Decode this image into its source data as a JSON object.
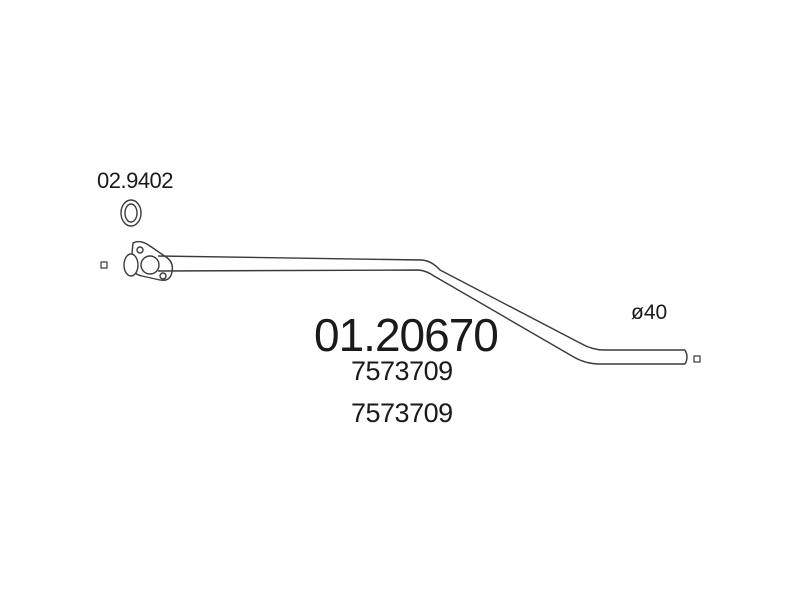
{
  "gasket": {
    "part_code": "02.9402"
  },
  "pipe": {
    "diameter_label": "ø40"
  },
  "part": {
    "number": "01.20670",
    "references": [
      "7573709",
      "7573709"
    ]
  },
  "colors": {
    "line": "#3a3a3a",
    "text": "#1a1a1a",
    "background": "#ffffff"
  }
}
